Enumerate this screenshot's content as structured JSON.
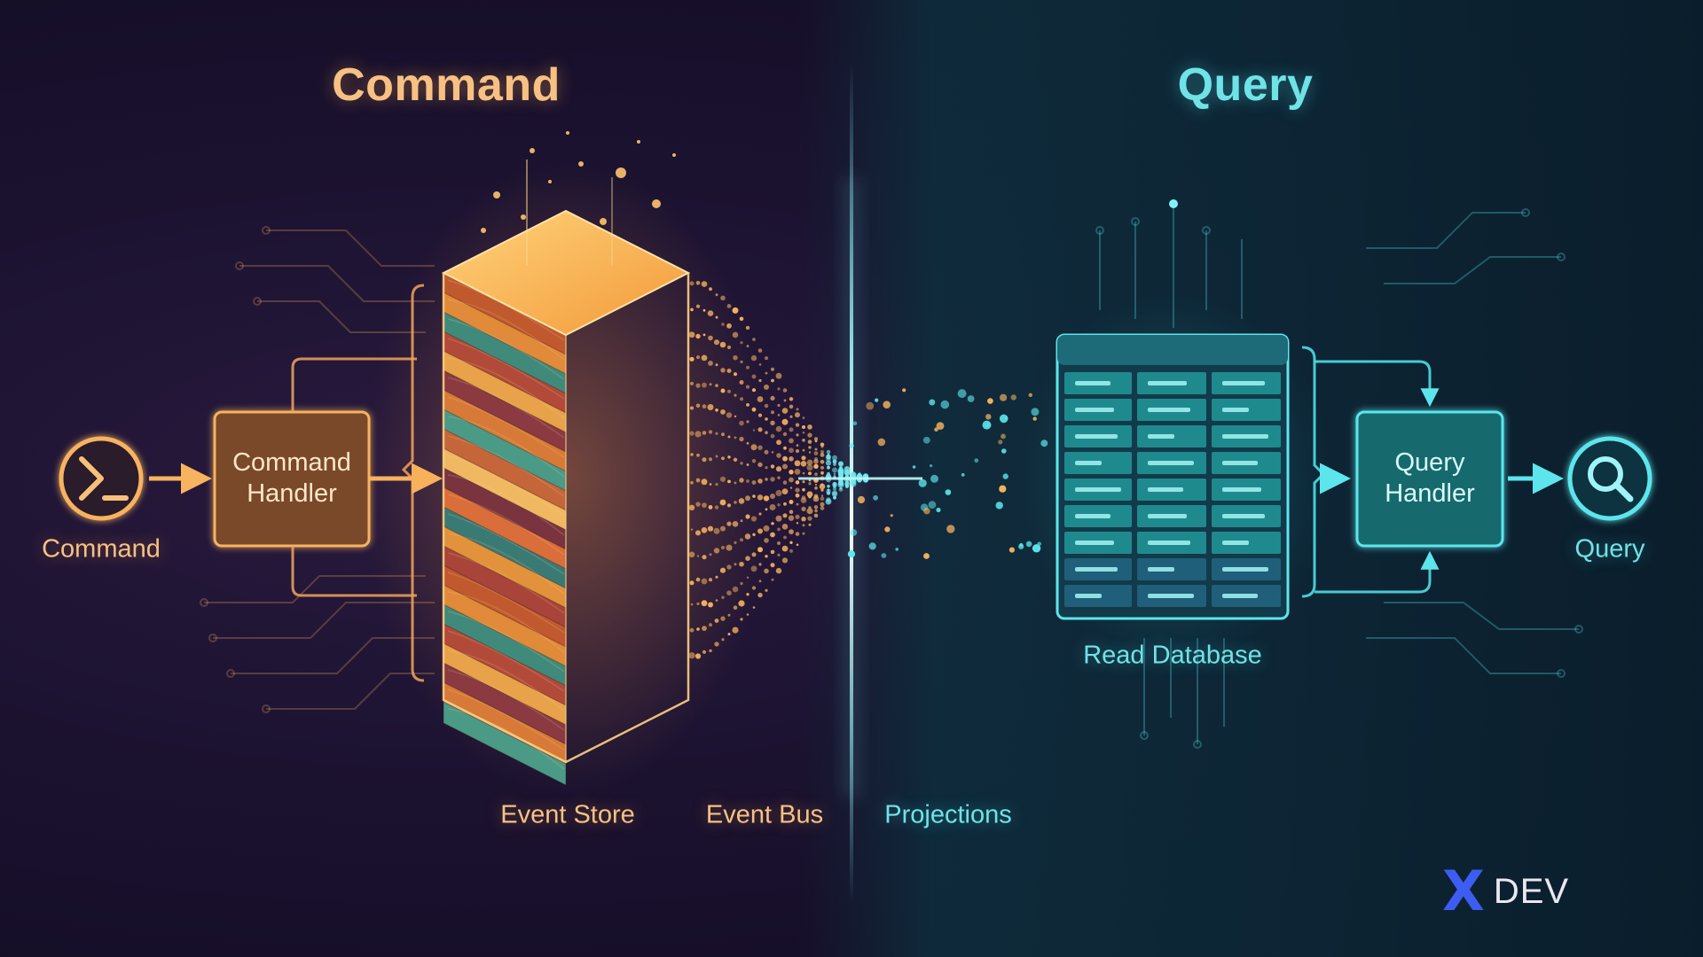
{
  "headings": {
    "command": "Command",
    "query": "Query"
  },
  "command_side": {
    "input_label": "Command",
    "handler_line1": "Command",
    "handler_line2": "Handler",
    "event_store_label": "Event Store",
    "event_bus_label": "Event Bus"
  },
  "query_side": {
    "projections_label": "Projections",
    "read_db_label": "Read Database",
    "handler_line1": "Query",
    "handler_line2": "Handler",
    "output_label": "Query"
  },
  "brand": {
    "mark": "X",
    "name": "DEV"
  },
  "icons": {
    "command_input": "terminal-icon",
    "query_output": "search-icon"
  },
  "colors": {
    "warm_accent": "#f7a94f",
    "cool_accent": "#4fe0e6",
    "brand_blue": "#3d5df2",
    "background": "#1b1230"
  }
}
